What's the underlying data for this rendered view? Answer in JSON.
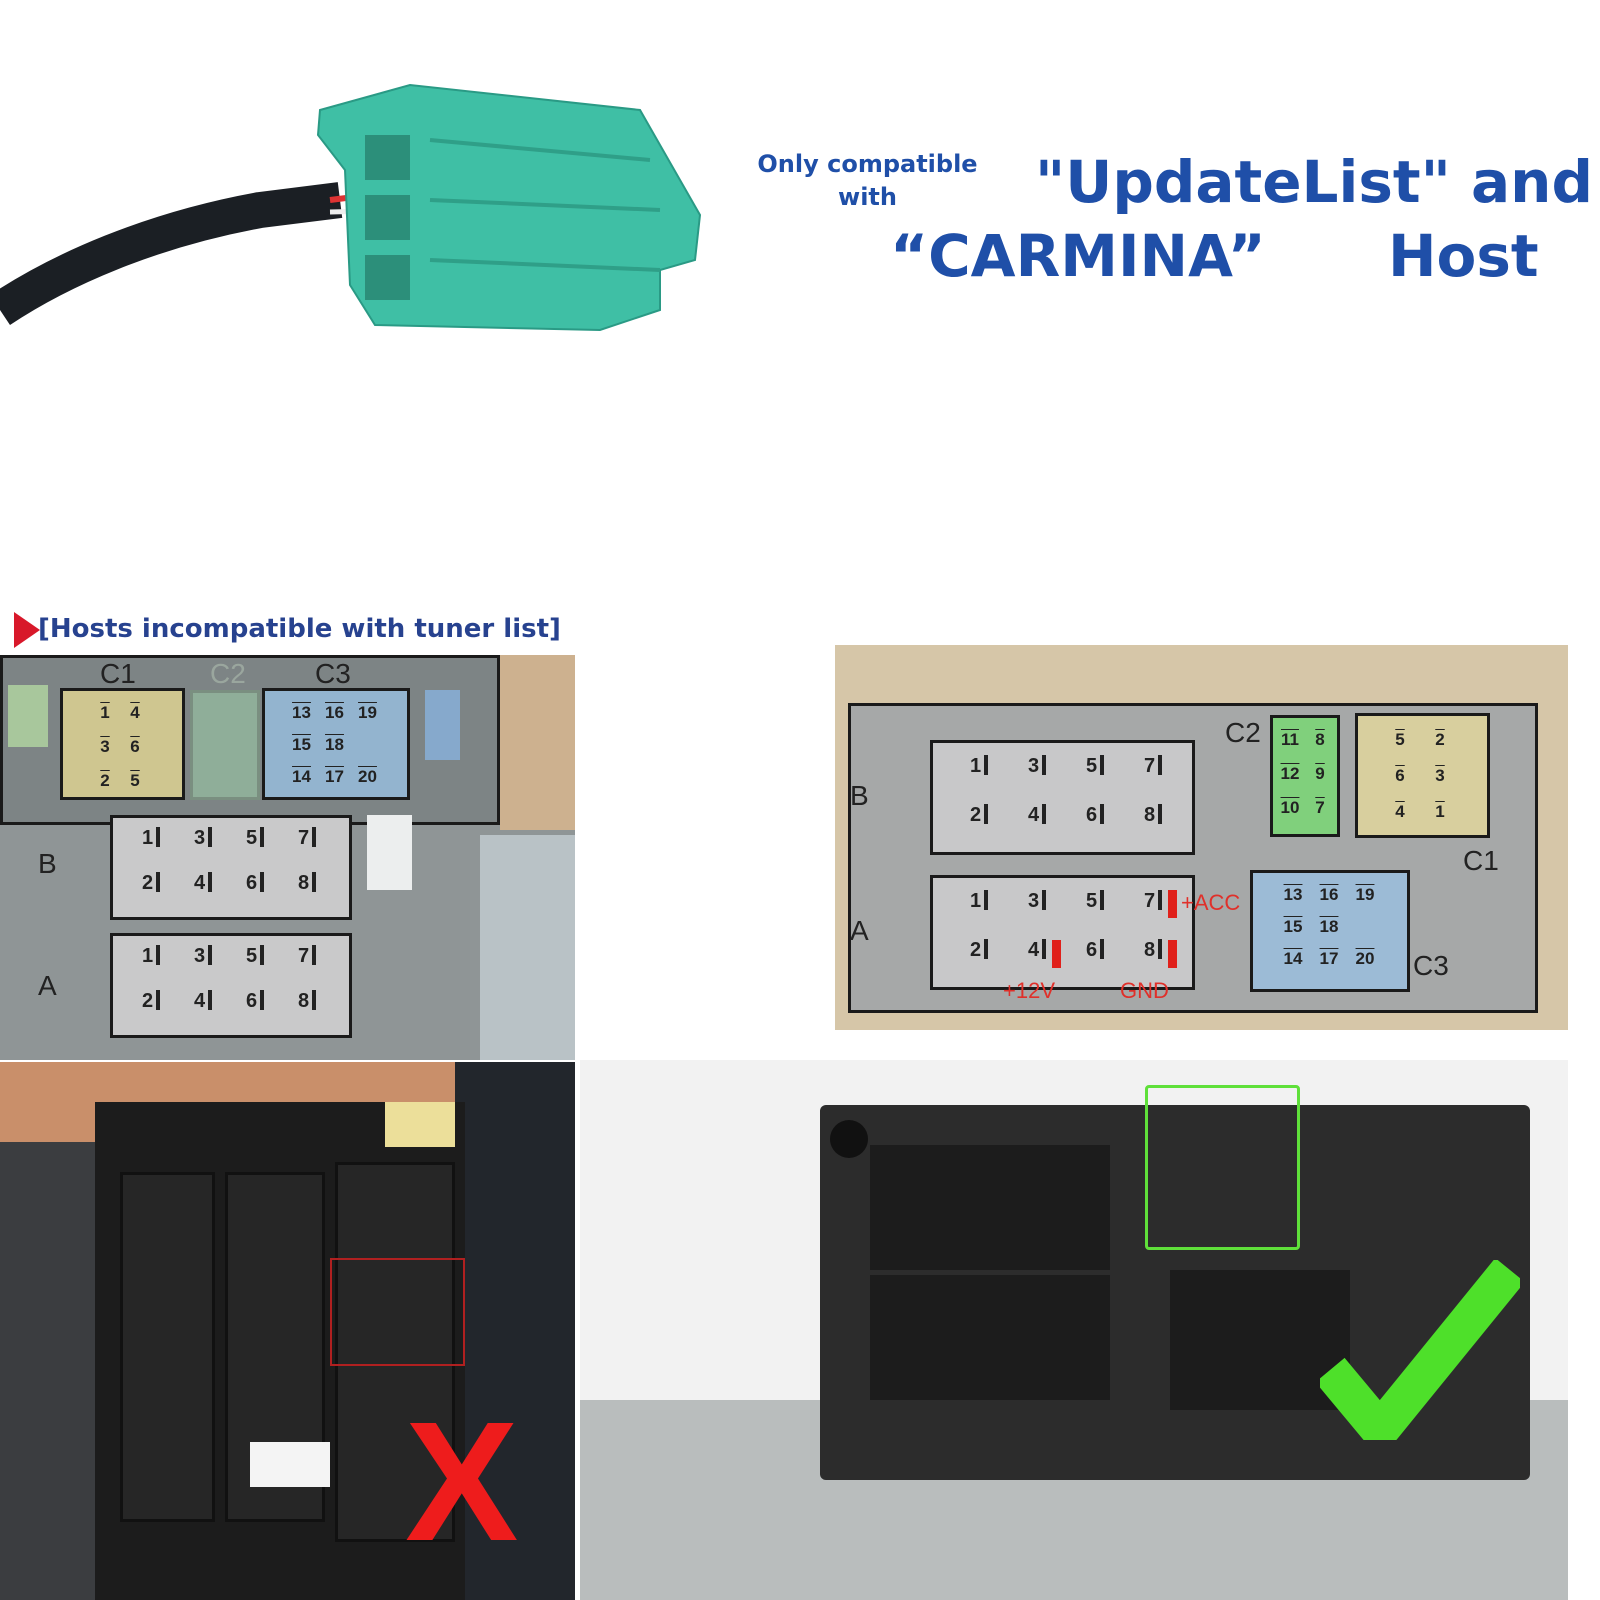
{
  "top": {
    "only_compatible": "Only compatible with",
    "updatelist": "\"UpdateList\" and",
    "carmina": "“CARMINA”",
    "host": "Host"
  },
  "left_panel": {
    "title": "[Hosts incompatible with tuner list]",
    "c1_label": "C1",
    "c2_label": "C2",
    "c3_label": "C3",
    "c1_pins": [
      "1",
      "4",
      "",
      "3",
      "6",
      "",
      "2",
      "5",
      ""
    ],
    "c3_pins": [
      "13",
      "16",
      "19",
      "15",
      "18",
      "",
      "14",
      "17",
      "20"
    ],
    "b_label": "B",
    "b_pins": [
      "1",
      "3",
      "5",
      "7",
      "2",
      "4",
      "6",
      "8"
    ],
    "a_label": "A",
    "a_pins": [
      "1",
      "3",
      "5",
      "7",
      "2",
      "4",
      "6",
      "8"
    ]
  },
  "right_panel": {
    "c1_label": "C1",
    "c2_label": "C2",
    "c3_label": "C3",
    "c2_pins": [
      "11",
      "8",
      "12",
      "9",
      "10",
      "7"
    ],
    "c1_pins": [
      "5",
      "2",
      "6",
      "3",
      "4",
      "1"
    ],
    "c3_pins": [
      "13",
      "16",
      "19",
      "15",
      "18",
      "",
      "14",
      "17",
      "20"
    ],
    "b_label": "B",
    "b_pins": [
      "1",
      "3",
      "5",
      "7",
      "2",
      "4",
      "6",
      "8"
    ],
    "a_label": "A",
    "a_pins": [
      "1",
      "3",
      "5",
      "7",
      "2",
      "4",
      "6",
      "8"
    ],
    "acc": "+ACC",
    "v12": "+12V",
    "gnd": "GND"
  },
  "colors": {
    "text_blue": "#1f4fa8",
    "connector_teal": "#3fbfa5",
    "marker_red": "#e0201a",
    "check_green": "#4ee02a"
  }
}
